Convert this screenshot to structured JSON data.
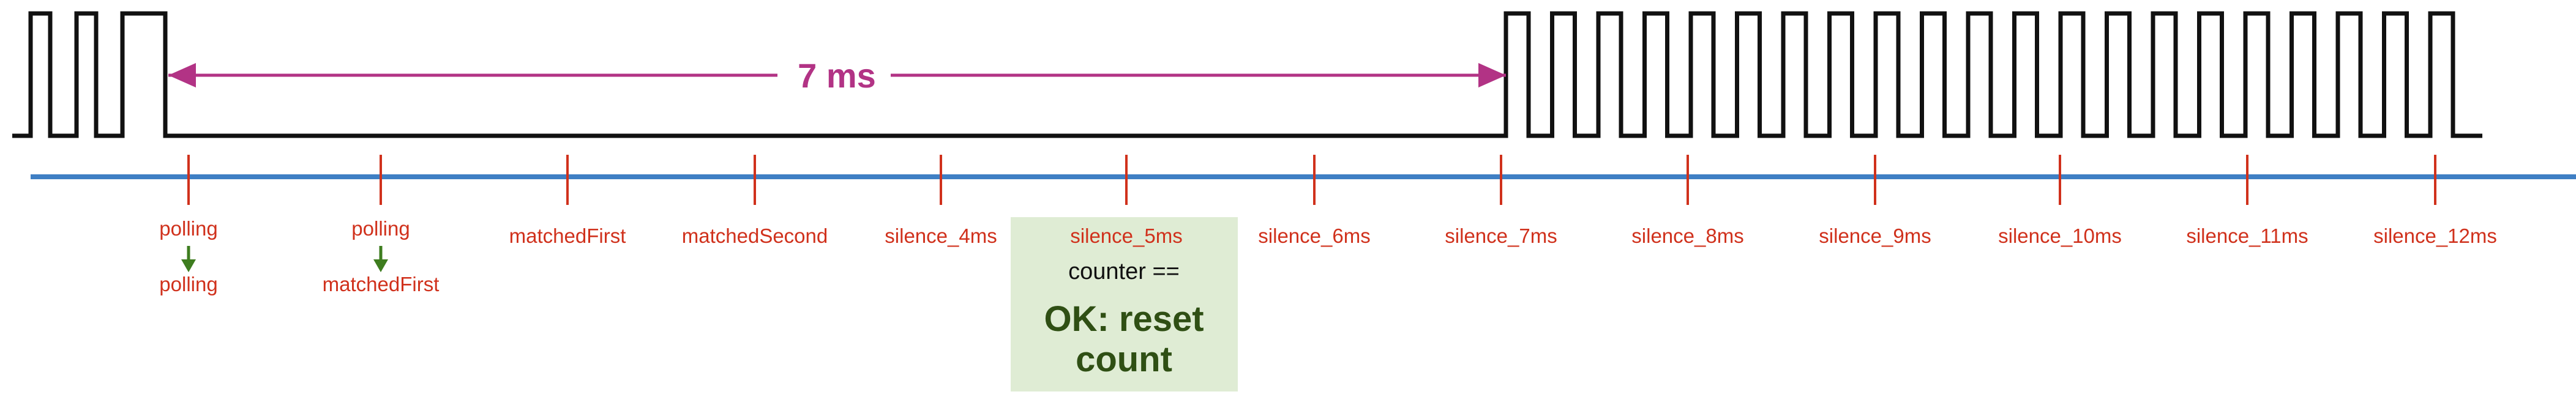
{
  "colors": {
    "signal": "#111111",
    "timeline": "#3f7fc4",
    "tick": "#d0311c",
    "span_arrow": "#b23385",
    "state_arrow": "#3e7d1f",
    "highlight_box": "#dfecd4",
    "highlight_text": "#2f4f14"
  },
  "span": {
    "label": "7 ms"
  },
  "ticks": [
    {
      "top": "polling",
      "bottom": "polling",
      "arrow": true
    },
    {
      "top": "polling",
      "bottom": "matchedFirst",
      "arrow": true
    },
    {
      "top": "matchedFirst"
    },
    {
      "top": "matchedSecond"
    },
    {
      "top": "silence_4ms"
    },
    {
      "top": "silence_5ms",
      "highlight": true
    },
    {
      "top": "silence_6ms"
    },
    {
      "top": "silence_7ms"
    },
    {
      "top": "silence_8ms"
    },
    {
      "top": "silence_9ms"
    },
    {
      "top": "silence_10ms"
    },
    {
      "top": "silence_11ms"
    },
    {
      "top": "silence_12ms"
    }
  ],
  "highlight_box": {
    "condition": "counter ==",
    "result_line1": "OK: reset",
    "result_line2": "count"
  },
  "icons": [
    "down-arrow-icon"
  ]
}
